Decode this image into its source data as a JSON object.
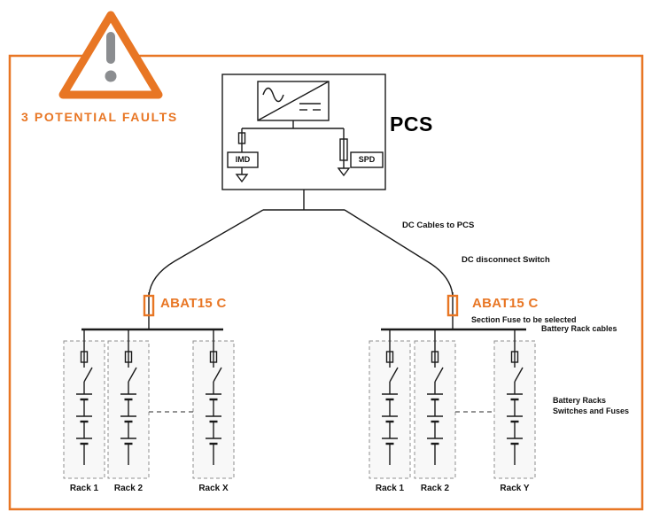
{
  "warning": {
    "title": "3 POTENTIAL FAULTS"
  },
  "pcs": {
    "title": "PCS",
    "imd_label": "IMD",
    "spd_label": "SPD"
  },
  "cable_labels": {
    "dc_cables_to_pcs": "DC Cables to PCS",
    "dc_disconnect_switch": "DC disconnect Switch",
    "section_fuse_note": "Section Fuse to be selected",
    "battery_rack_cables": "Battery Rack cables",
    "battery_racks_note_line1": "Battery Racks",
    "battery_racks_note_line2": "Switches and Fuses"
  },
  "fuses": {
    "left_label": "ABAT15 C",
    "right_label": "ABAT15 C"
  },
  "rack_groups": {
    "left": {
      "rack1": "Rack 1",
      "rack2": "Rack 2",
      "rack3": "Rack X"
    },
    "right": {
      "rack1": "Rack 1",
      "rack2": "Rack 2",
      "rack3": "Rack Y"
    }
  },
  "colors": {
    "accent_orange": "#E87624",
    "fault_red": "#D2232A",
    "line_dark": "#1A1A1A"
  }
}
